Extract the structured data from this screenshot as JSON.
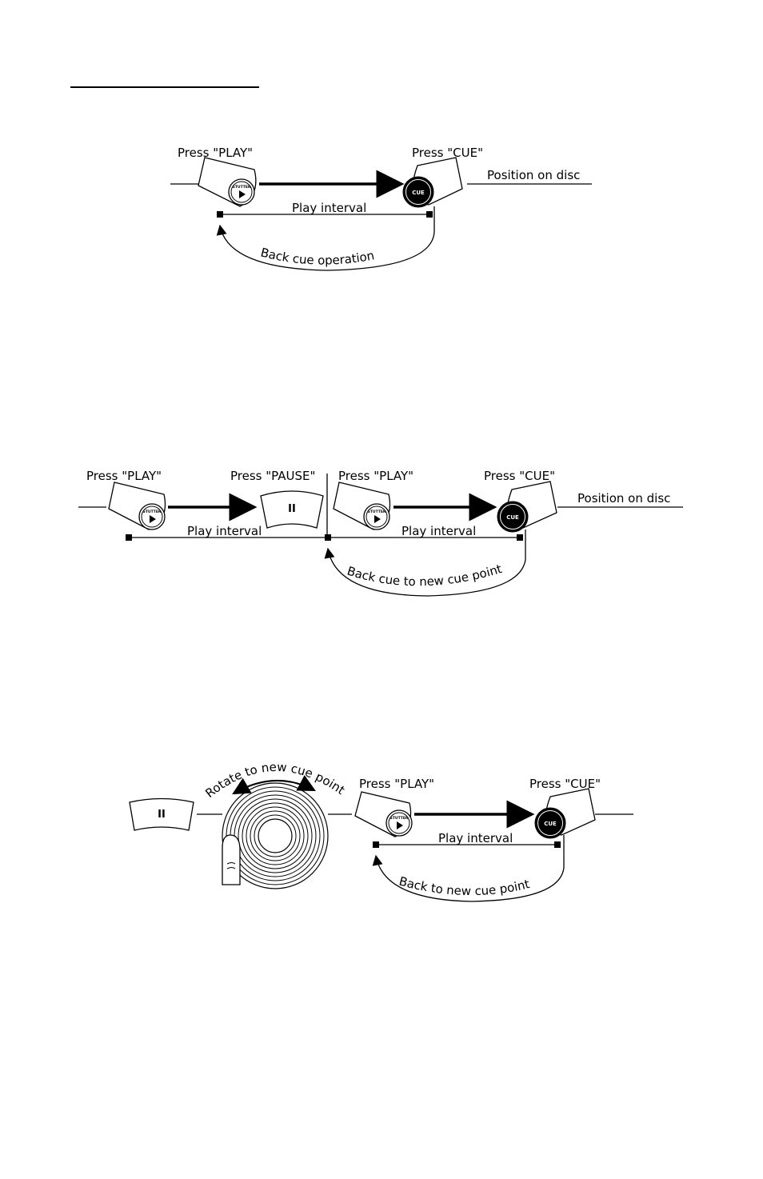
{
  "diagram1": {
    "press_play": "Press \"PLAY\"",
    "press_cue": "Press \"CUE\"",
    "position_on_disc": "Position on disc",
    "play_interval": "Play interval",
    "back_cue": "Back cue operation"
  },
  "diagram2": {
    "press_play_1": "Press \"PLAY\"",
    "press_pause": "Press \"PAUSE\"",
    "press_play_2": "Press \"PLAY\"",
    "press_cue": "Press \"CUE\"",
    "position_on_disc": "Position on disc",
    "play_interval_1": "Play interval",
    "play_interval_2": "Play interval",
    "back_cue": "Back cue to new cue point"
  },
  "diagram3": {
    "rotate": "Rotate to new cue point",
    "press_play": "Press \"PLAY\"",
    "press_cue": "Press \"CUE\"",
    "play_interval": "Play interval",
    "back_cue": "Back to new cue point"
  },
  "buttons": {
    "stutter": "STUTTER",
    "cue": "CUE",
    "pause_glyph": "II"
  }
}
